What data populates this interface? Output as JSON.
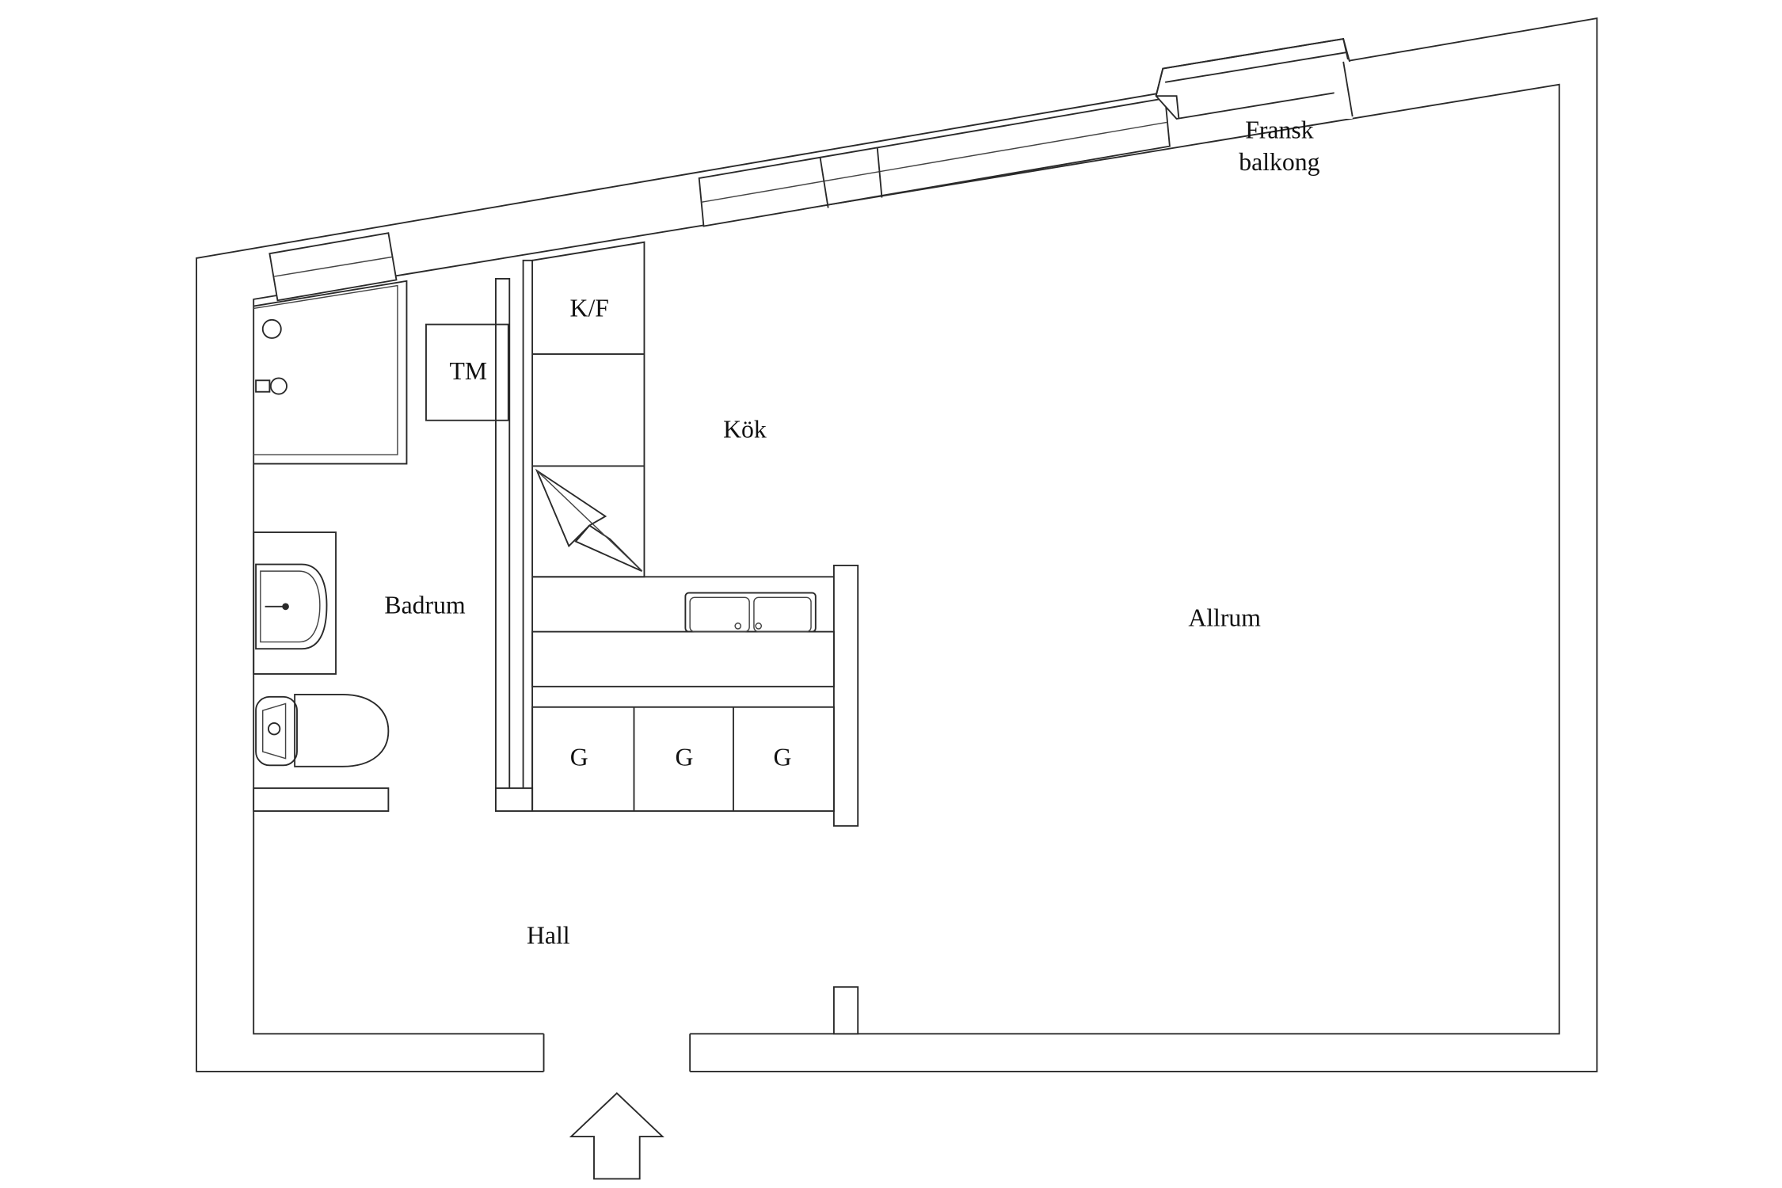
{
  "rooms": {
    "fransk_line1": "Fransk",
    "fransk_line2": "balkong",
    "kf": "K/F",
    "tm": "TM",
    "kok": "Kök",
    "badrum": "Badrum",
    "allrum": "Allrum",
    "hall": "Hall",
    "g1": "G",
    "g2": "G",
    "g3": "G"
  },
  "colors": {
    "line": "#2a2a2a",
    "background": "#ffffff"
  }
}
